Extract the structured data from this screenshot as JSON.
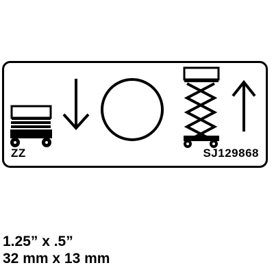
{
  "label": {
    "left_code": "ZZ",
    "right_code": "SJ129868",
    "icons": [
      "platform-lowered-icon",
      "arrow-down-icon",
      "circle-icon",
      "platform-raised-icon",
      "arrow-up-icon"
    ],
    "ink_color": "#000000",
    "background_color": "#ffffff"
  },
  "size": {
    "imperial": "1.25” x .5”",
    "metric": "32 mm x 13 mm"
  }
}
